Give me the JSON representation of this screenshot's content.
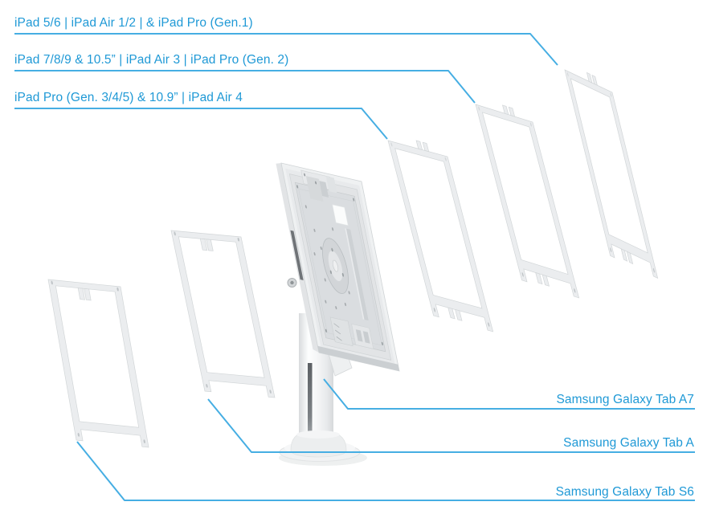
{
  "diagram": {
    "colors": {
      "background": "#ffffff",
      "label_text": "#1f99d6",
      "leader_line": "#46aee3",
      "hardware_body": "#ebedef",
      "hardware_edge": "#d2d6d8",
      "hardware_plate": "#dadde0",
      "hardware_dark_slot": "#5c6064"
    },
    "callouts": {
      "top_left": [
        {
          "label": "iPad 5/6 | iPad Air 1/2 | & iPad Pro (Gen.1)"
        },
        {
          "label": "iPad 7/8/9 & 10.5” | iPad Air 3 | iPad Pro (Gen. 2)"
        },
        {
          "label": "iPad Pro (Gen. 3/4/5) & 10.9” | iPad Air 4"
        }
      ],
      "bottom_right": [
        {
          "label": "Samsung Galaxy Tab A7"
        },
        {
          "label": "Samsung Galaxy Tab A"
        },
        {
          "label": "Samsung Galaxy Tab S6"
        }
      ]
    }
  }
}
